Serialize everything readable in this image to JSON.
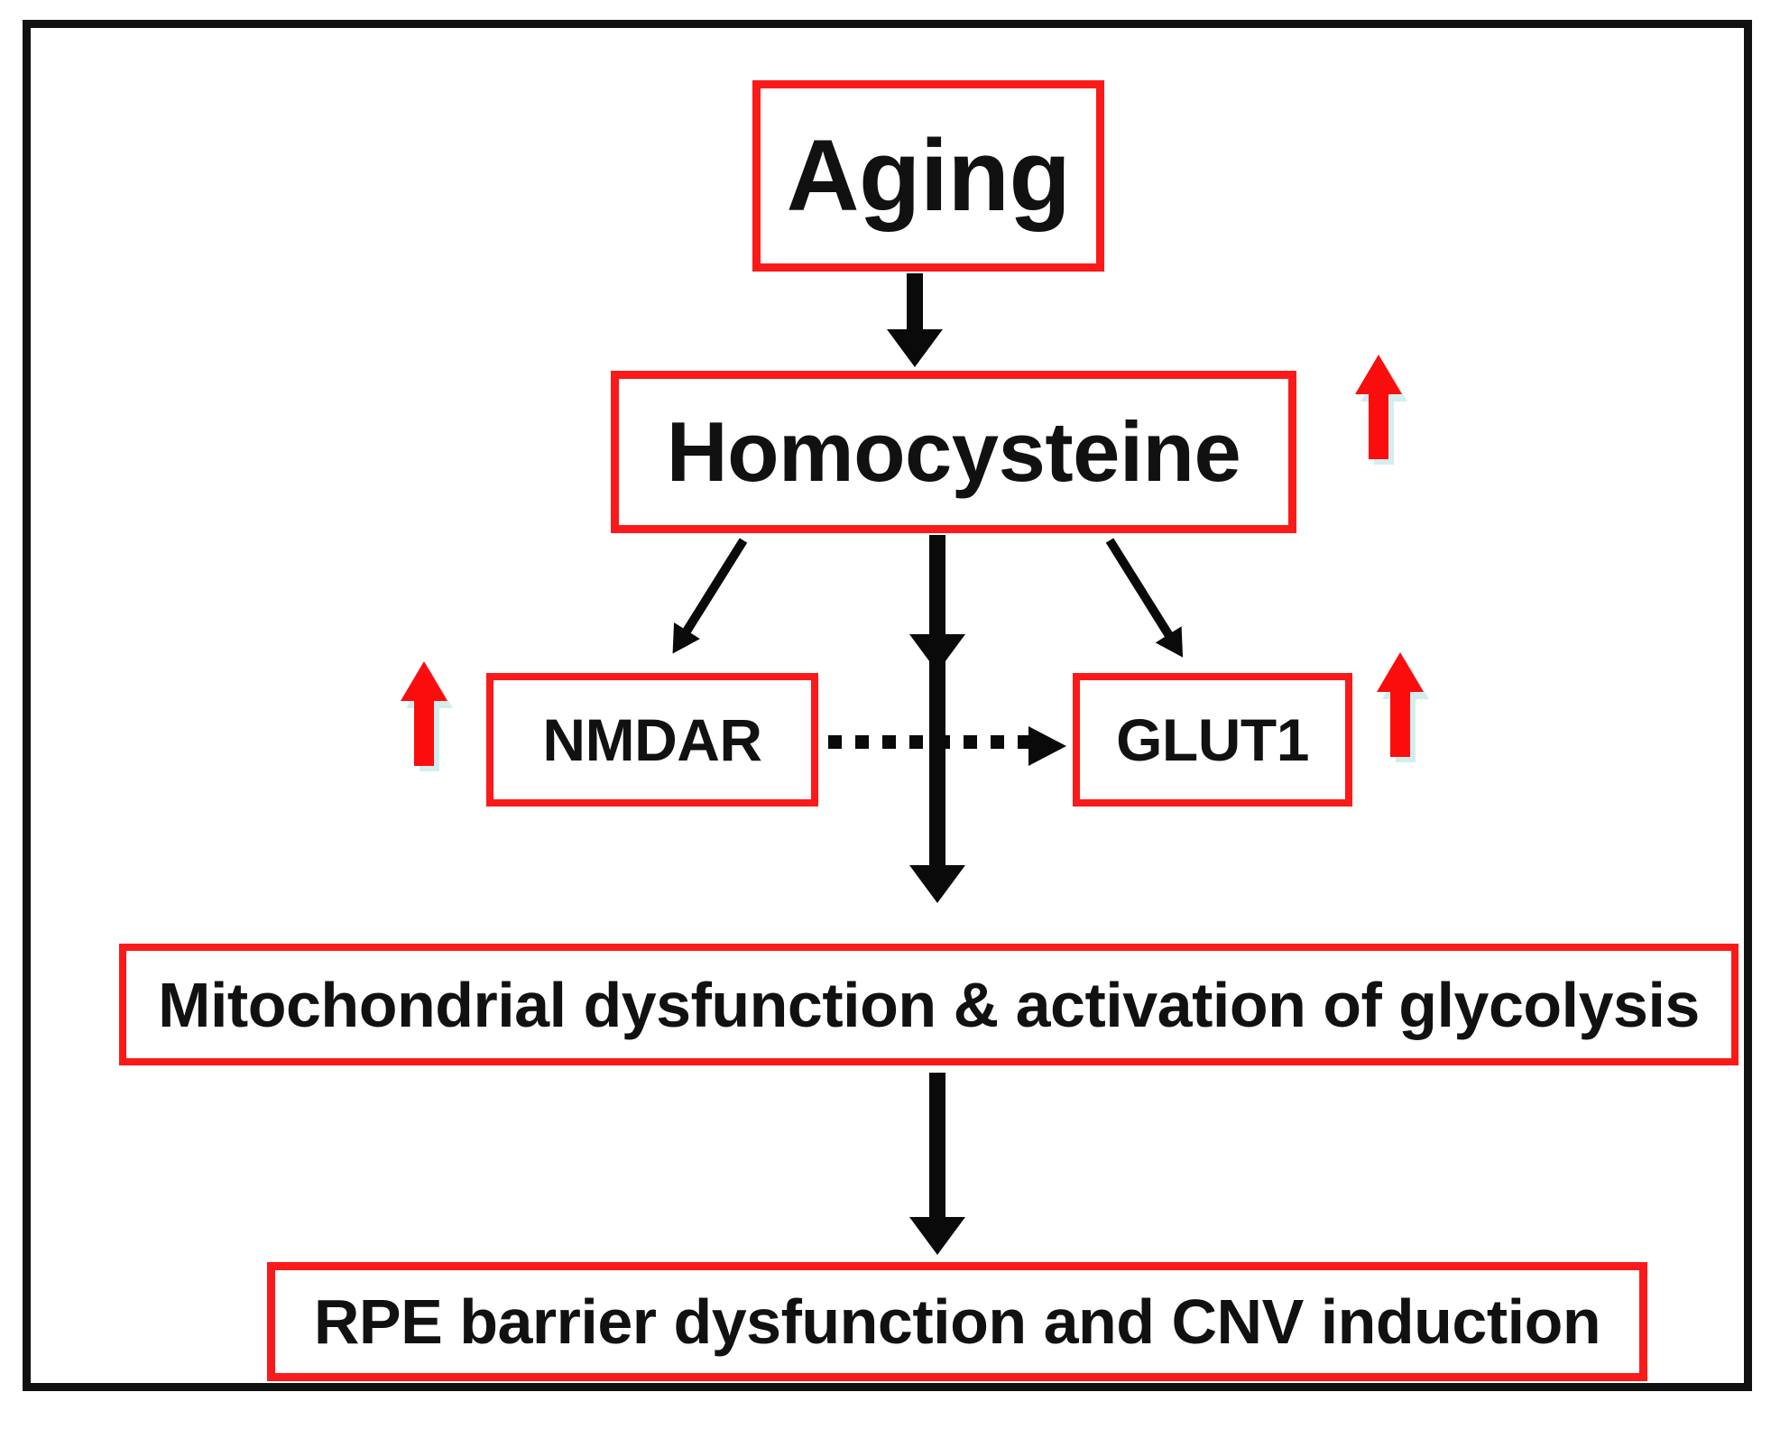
{
  "figure": {
    "title": "Homocysteine aging pathway schematic",
    "frame_color": "#111111",
    "box_border_color": "#fb1a1a",
    "arrow_color": "#0a0a0a",
    "up_arrow_color": "#fb0d0d",
    "up_arrow_shadow_color": "#9fd8dd",
    "background": "#ffffff"
  },
  "nodes": {
    "aging": {
      "label": "Aging"
    },
    "homocysteine": {
      "label": "Homocysteine"
    },
    "nmdar": {
      "label": "NMDAR"
    },
    "glut1": {
      "label": "GLUT1"
    },
    "mitochondrial": {
      "label": "Mitochondrial dysfunction & activation of glycolysis"
    },
    "rpe": {
      "label": "RPE barrier dysfunction and CNV induction"
    }
  },
  "indicators": {
    "homocysteine_up": {
      "direction": "up",
      "meaning": "increased"
    },
    "nmdar_up": {
      "direction": "up",
      "meaning": "increased"
    },
    "glut1_up": {
      "direction": "up",
      "meaning": "increased"
    }
  },
  "edges": [
    {
      "from": "aging",
      "to": "homocysteine",
      "style": "solid-thick-black",
      "direction": "down"
    },
    {
      "from": "homocysteine",
      "to": "nmdar",
      "style": "solid-thin-black",
      "direction": "down-left"
    },
    {
      "from": "homocysteine",
      "to": "glut1",
      "style": "solid-thin-black",
      "direction": "down-right"
    },
    {
      "from": "homocysteine",
      "to": "mitochondrial",
      "style": "solid-thick-black",
      "direction": "down"
    },
    {
      "from": "nmdar",
      "to": "glut1",
      "style": "dotted-black",
      "direction": "right"
    },
    {
      "from": "mitochondrial",
      "to": "rpe",
      "style": "solid-thick-black",
      "direction": "down"
    }
  ]
}
